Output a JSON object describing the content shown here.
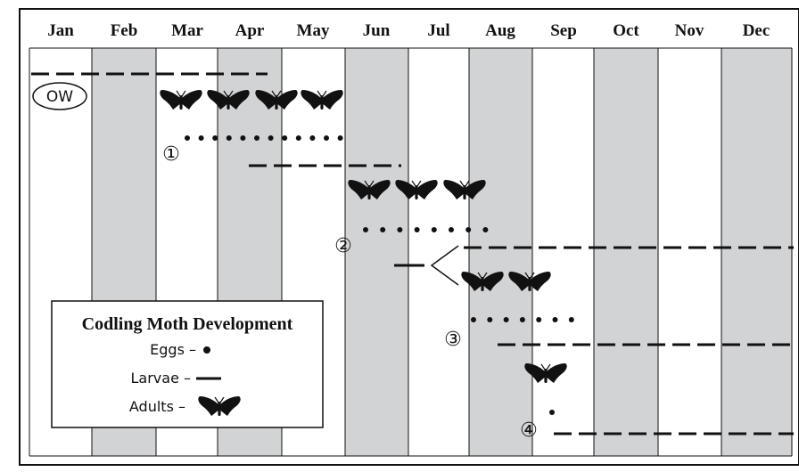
{
  "months": [
    "Jan",
    "Feb",
    "Mar",
    "Apr",
    "May",
    "Jun",
    "Jul",
    "Aug",
    "Sep",
    "Oct",
    "Nov",
    "Dec"
  ],
  "shaded_months": [
    "Feb",
    "Apr",
    "Jun",
    "Aug",
    "Oct",
    "Dec"
  ],
  "colors": {
    "shade": "#d2d3d5",
    "ink": "#111111",
    "background": "#ffffff"
  },
  "overwinter_label": "OW",
  "generation_markers": [
    "①",
    "②",
    "③",
    "④"
  ],
  "legend": {
    "title": "Codling Moth Development",
    "eggs_label": "Eggs –",
    "larvae_label": "Larvae –",
    "adults_label": "Adults –"
  }
}
